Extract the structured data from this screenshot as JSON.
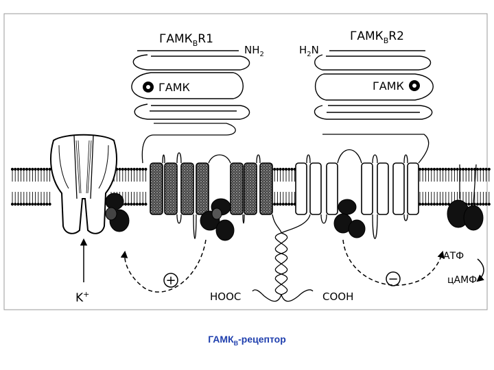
{
  "diagram": {
    "subunit1": {
      "base": "ГАМК",
      "sub": "B",
      "suffix": "R1"
    },
    "subunit2": {
      "base": "ГАМК",
      "sub": "B",
      "suffix": "R2"
    },
    "nh2": {
      "base": "NH",
      "sub": "2"
    },
    "h2n": {
      "base": "H",
      "sub": "2",
      "suffix": "N"
    },
    "ligand1": "ГАМК",
    "ligand2": "ГАМК",
    "cooh_left": "HOOC",
    "cooh_right": "COOH",
    "plus": "+",
    "minus": "−",
    "potassium": "K",
    "potassium_charge": "+",
    "atp": "АТФ",
    "camp": "цАМФ"
  },
  "caption": {
    "base": "ГАМК",
    "sub": "B",
    "suffix": "-рецептор"
  }
}
